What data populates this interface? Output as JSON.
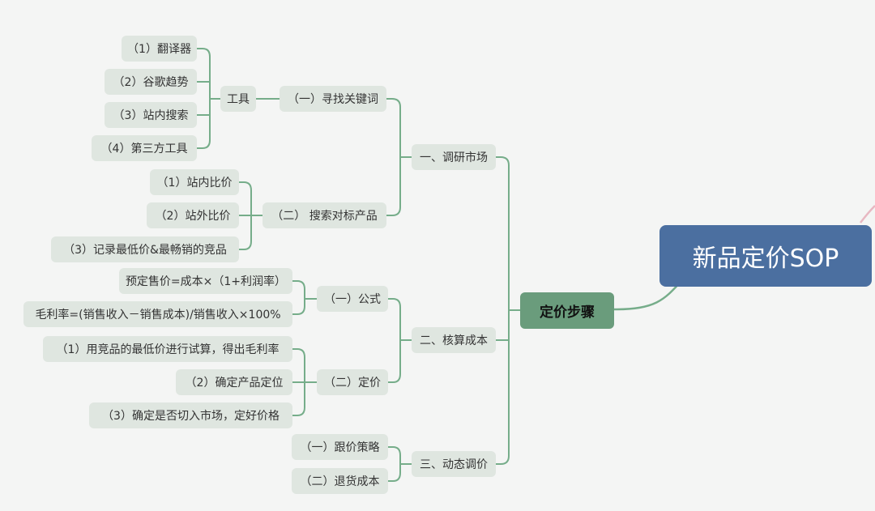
{
  "colors": {
    "link": "#76ad8a",
    "root_bg": "#4b6fa0",
    "center_bg": "#6a9c7c",
    "node_bg": "#dfe6e0",
    "accent_curve": "#e7b8c2"
  },
  "root": {
    "label": "新品定价SOP"
  },
  "center": {
    "label": "定价步骤"
  },
  "sections": [
    {
      "label": "一、调研市场"
    },
    {
      "label": "二、核算成本"
    },
    {
      "label": "三、动态调价"
    }
  ],
  "sub": {
    "find_keywords": "（一）寻找关键词",
    "search_products": "（二） 搜索对标产品",
    "formula": "（一）公式",
    "pricing": "（二）定价",
    "follow_price": "（一）跟价策略",
    "return_cost": "（二）退货成本"
  },
  "tools": {
    "label": "工具",
    "items": [
      "（1）翻译器",
      "（2）谷歌趋势",
      "（3）站内搜索",
      "（4）第三方工具"
    ]
  },
  "compare": {
    "items": [
      "（1）站内比价",
      "（2）站外比价",
      "（3）记录最低价&最畅销的竞品"
    ]
  },
  "formulas": {
    "items": [
      "预定售价=成本×（1+利润率）",
      "毛利率=(销售收入－销售成本)/销售收入×100%"
    ]
  },
  "pricing_steps": {
    "items": [
      "（1）用竞品的最低价进行试算，得出毛利率",
      "（2）确定产品定位",
      "（3）确定是否切入市场，定好价格"
    ]
  }
}
